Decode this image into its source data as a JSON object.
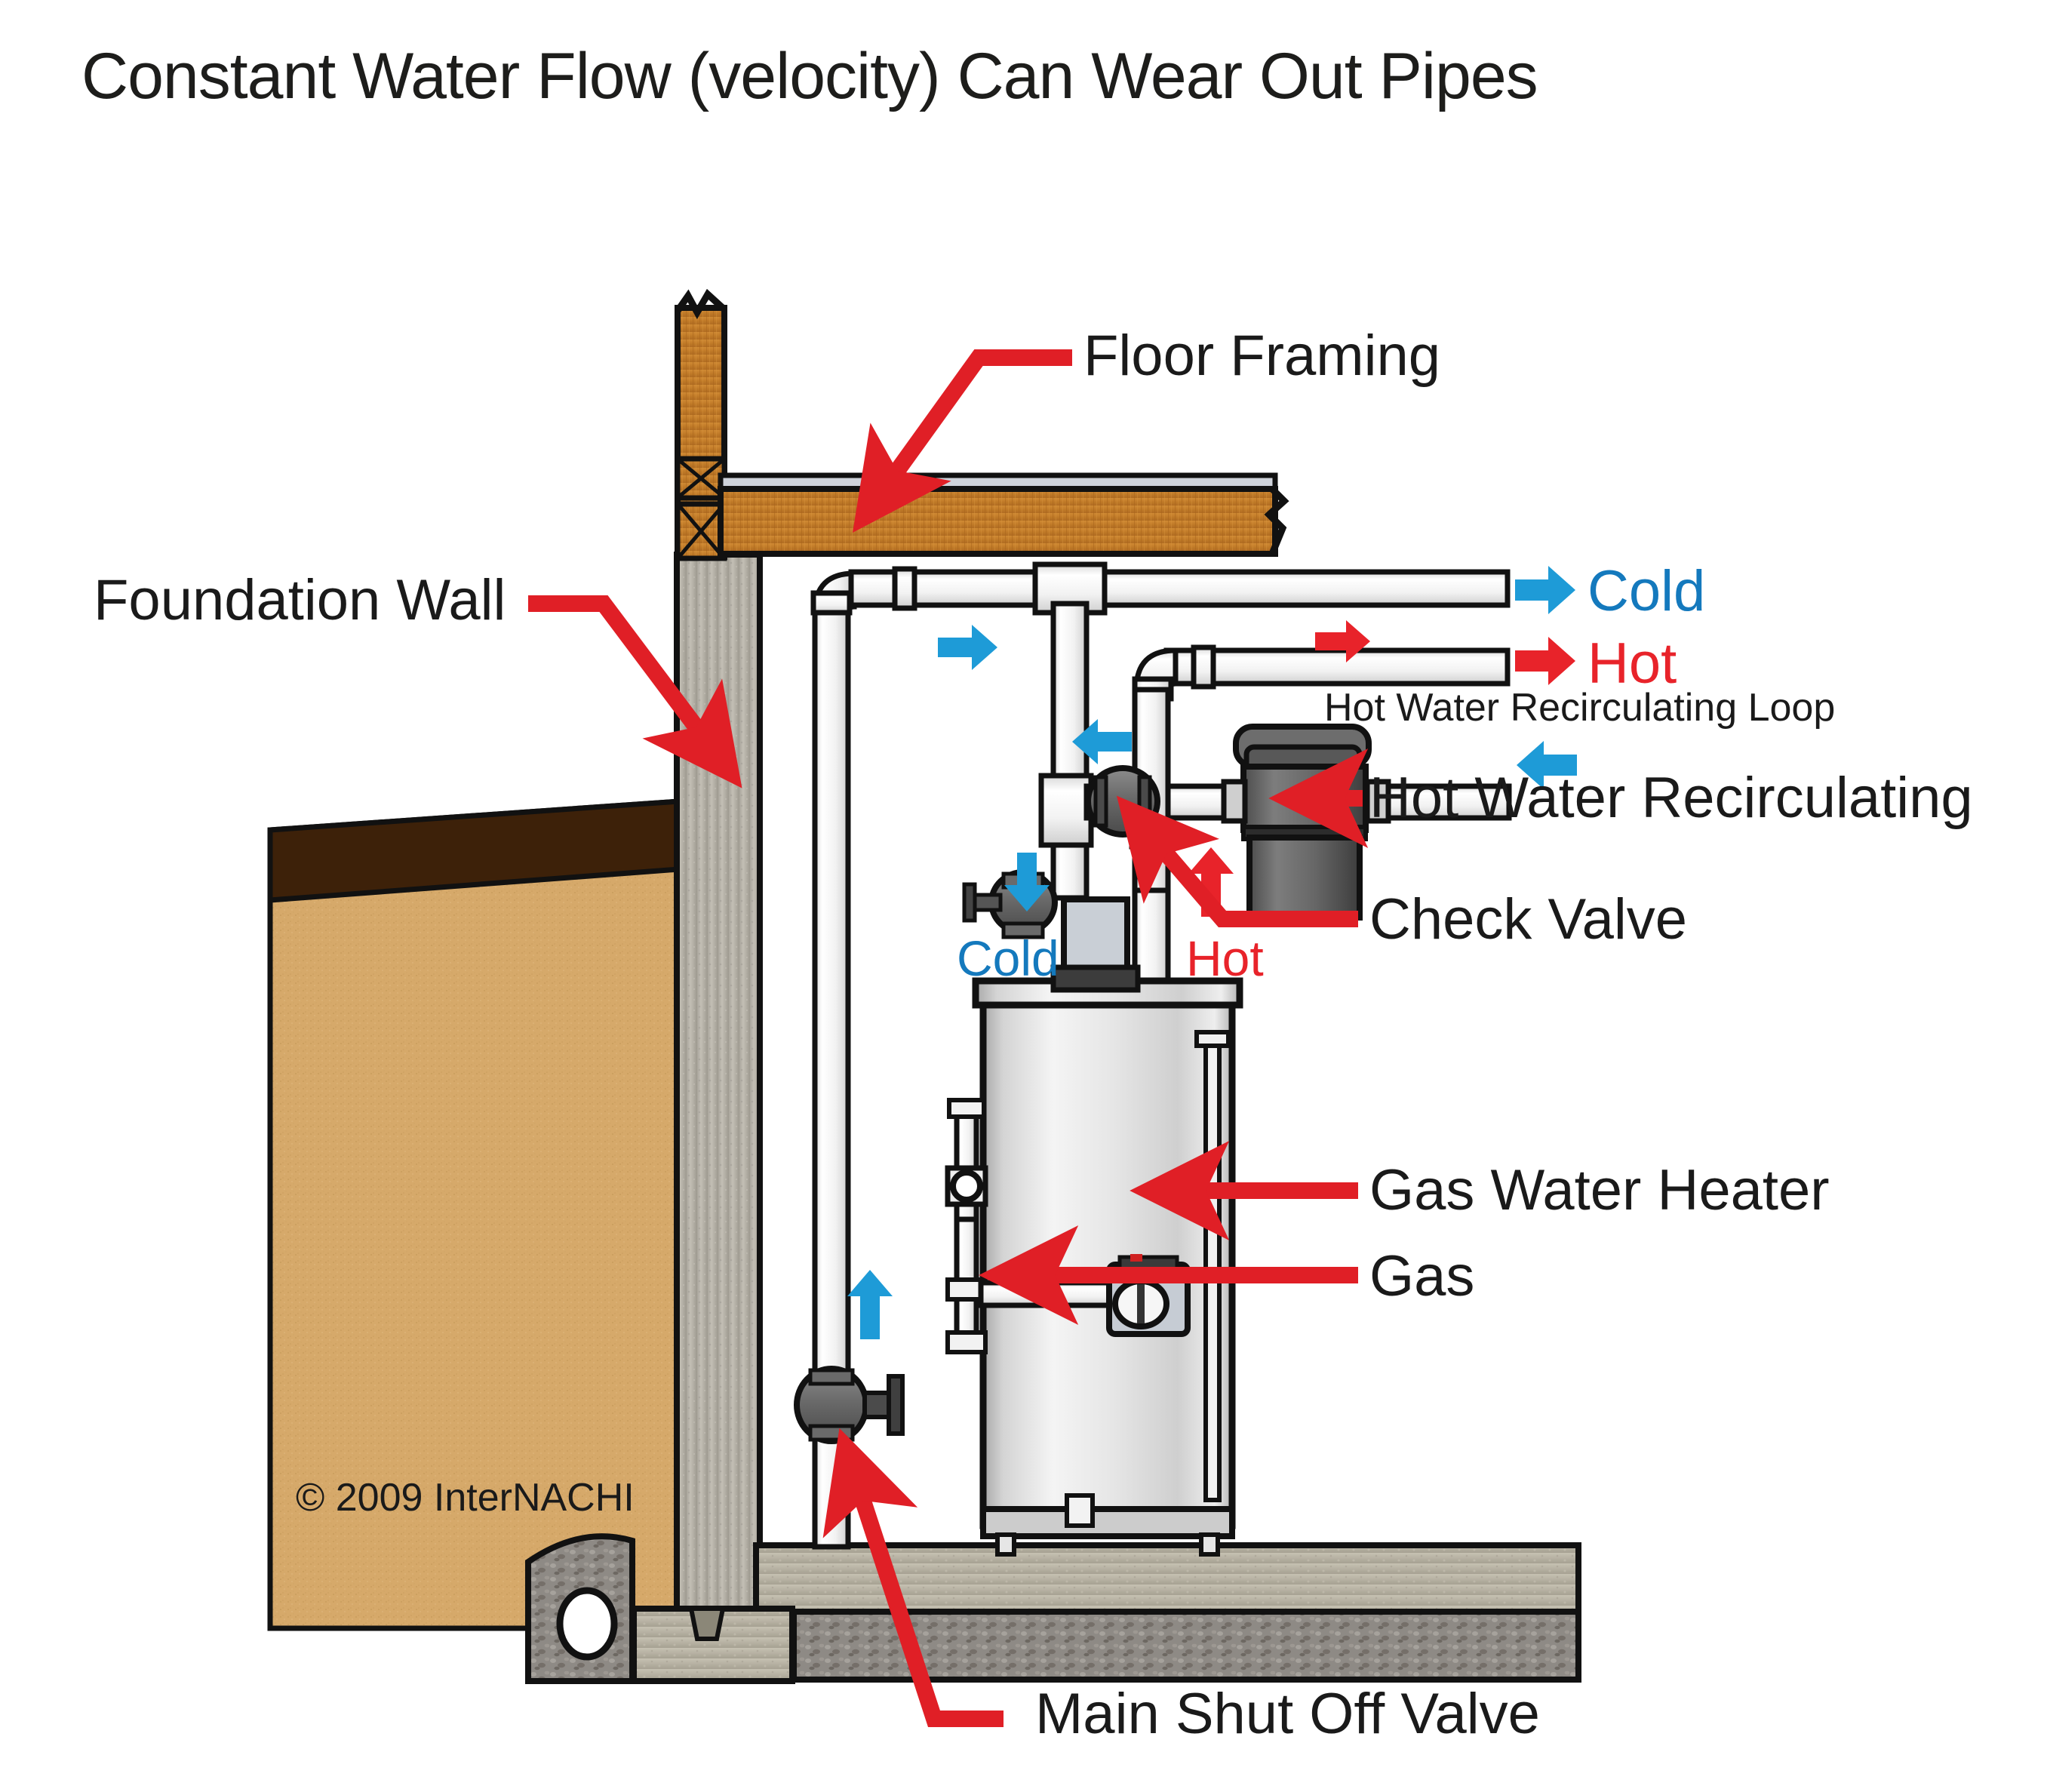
{
  "title": "Constant Water Flow (velocity) Can Wear Out Pipes",
  "copyright": "© 2009  InterNACHI",
  "labels": {
    "floor_framing": "Floor Framing",
    "foundation_wall": "Foundation Wall",
    "cold_legend": "Cold",
    "hot_legend": "Hot",
    "recirc_loop": "Hot Water Recirculating Loop",
    "hot_water_recirculating": "Hot Water Recirculating",
    "check_valve": "Check Valve",
    "gas_water_heater": "Gas Water Heater",
    "gas": "Gas",
    "cold_inlet": "Cold",
    "hot_outlet": "Hot",
    "main_shut_off_valve": "Main Shut Off Valve"
  },
  "colors": {
    "cold_blue": "#1e9bd7",
    "cold_text": "#1479bd",
    "hot_red": "#e8232a",
    "arrow_red": "#e01f26",
    "text_black": "#1d1d1b",
    "soil_tan": "#d6a96a",
    "topsoil_brown": "#3d2109",
    "concrete_gray": "#b3b0a8",
    "slab_gray": "#b9b4a6",
    "gravel_gray": "#8d8a86",
    "wood_tan": "#c8802e",
    "pipe_white": "#fdfdfd",
    "valve_gray": "#6e6e6e",
    "tank_silver": "#dcdcdc"
  },
  "icons": {
    "cold_arrow": "blue-right-arrow-icon",
    "hot_arrow": "red-right-arrow-icon",
    "return_arrow": "blue-left-arrow-icon",
    "callout": "red-callout-arrow-icon"
  }
}
